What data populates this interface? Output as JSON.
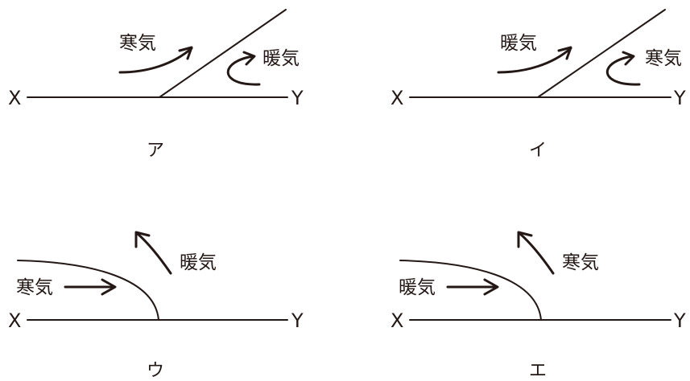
{
  "panels": [
    {
      "option": "ア",
      "left_label": "X",
      "right_label": "Y",
      "air_a": "寒気",
      "air_b": "暖気"
    },
    {
      "option": "イ",
      "left_label": "X",
      "right_label": "Y",
      "air_a": "暖気",
      "air_b": "寒気"
    },
    {
      "option": "ウ",
      "left_label": "X",
      "right_label": "Y",
      "air_a": "暖気",
      "air_b": "寒気"
    },
    {
      "option": "エ",
      "left_label": "X",
      "right_label": "Y",
      "air_a": "寒気",
      "air_b": "暖気"
    }
  ],
  "colors": {
    "ink": "#231815",
    "background": "#ffffff"
  }
}
